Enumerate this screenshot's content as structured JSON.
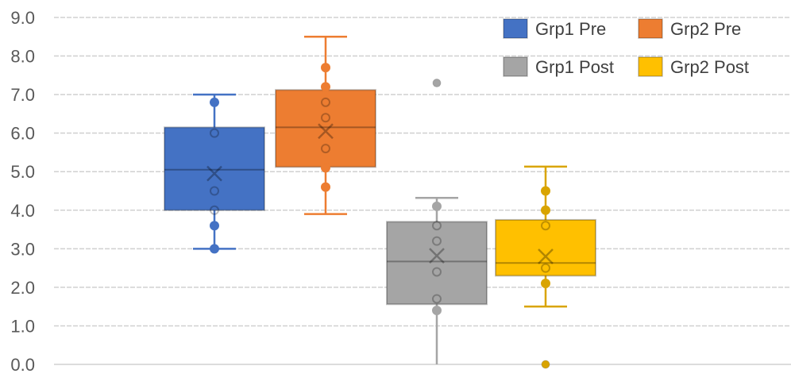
{
  "chart_data": {
    "type": "box",
    "title": "",
    "xlabel": "",
    "ylabel": "",
    "ylim": [
      0,
      9
    ],
    "yticks": [
      "0.0",
      "1.0",
      "2.0",
      "3.0",
      "4.0",
      "5.0",
      "6.0",
      "7.0",
      "8.0",
      "9.0"
    ],
    "grid": true,
    "legend_position": "top-right",
    "series": [
      {
        "name": "Grp1 Pre",
        "color": "#4472C4",
        "q1": 4.0,
        "median": 5.05,
        "q3": 6.15,
        "mean": 4.95,
        "whisker_low": 3.0,
        "whisker_high": 7.0,
        "points": [
          {
            "v": 6.8,
            "filled": true
          },
          {
            "v": 6.0,
            "filled": false
          },
          {
            "v": 4.5,
            "filled": false
          },
          {
            "v": 4.0,
            "filled": false
          },
          {
            "v": 3.6,
            "filled": true
          },
          {
            "v": 3.0,
            "filled": true
          }
        ],
        "outliers": []
      },
      {
        "name": "Grp2 Pre",
        "color": "#ED7D31",
        "q1": 5.12,
        "median": 6.15,
        "q3": 7.12,
        "mean": 6.05,
        "whisker_low": 3.9,
        "whisker_high": 8.5,
        "points": [
          {
            "v": 7.7,
            "filled": true
          },
          {
            "v": 7.2,
            "filled": true
          },
          {
            "v": 6.8,
            "filled": false
          },
          {
            "v": 6.4,
            "filled": false
          },
          {
            "v": 5.6,
            "filled": false
          },
          {
            "v": 5.1,
            "filled": true
          },
          {
            "v": 4.6,
            "filled": true
          }
        ],
        "outliers": []
      },
      {
        "name": "Grp1 Post",
        "color": "#A5A5A5",
        "q1": 1.56,
        "median": 2.67,
        "q3": 3.7,
        "mean": 2.82,
        "whisker_low": 0.0,
        "whisker_high": 4.32,
        "points": [
          {
            "v": 4.1,
            "filled": true
          },
          {
            "v": 3.6,
            "filled": false
          },
          {
            "v": 3.2,
            "filled": false
          },
          {
            "v": 2.4,
            "filled": false
          },
          {
            "v": 1.7,
            "filled": false
          },
          {
            "v": 1.4,
            "filled": true
          }
        ],
        "outliers": [
          7.3
        ]
      },
      {
        "name": "Grp2 Post",
        "color": "#FFC000",
        "q1": 2.3,
        "median": 2.63,
        "q3": 3.75,
        "mean": 2.8,
        "whisker_low": 1.5,
        "whisker_high": 5.13,
        "points": [
          {
            "v": 4.5,
            "filled": true
          },
          {
            "v": 4.0,
            "filled": true
          },
          {
            "v": 3.6,
            "filled": false
          },
          {
            "v": 2.5,
            "filled": false
          },
          {
            "v": 2.1,
            "filled": true
          }
        ],
        "outliers": [
          0.0
        ]
      }
    ]
  }
}
